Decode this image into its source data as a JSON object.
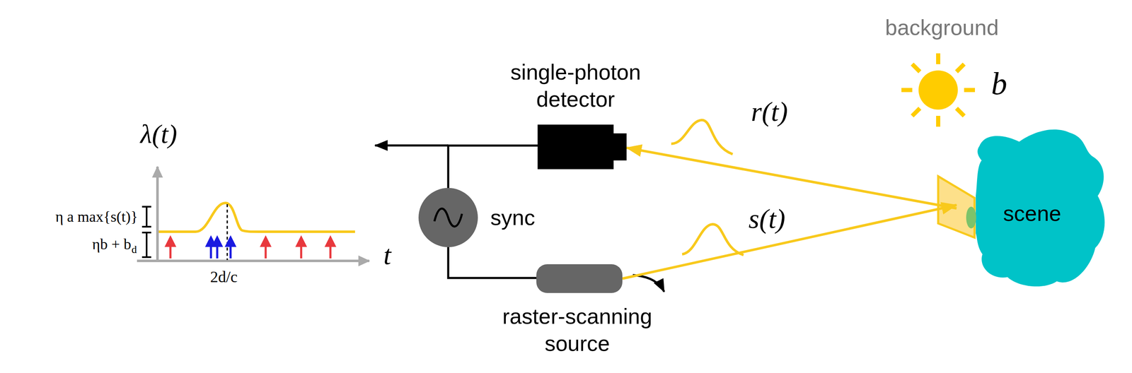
{
  "diagram": {
    "nodes": [
      {
        "text": [
          "single-photon detector"
        ]
      },
      {
        "text": [
          "sync"
        ]
      },
      {
        "text": [
          "raster-scanning source"
        ]
      },
      {
        "text": [
          "scene"
        ]
      }
    ],
    "edges": [
      {
        "from": 1,
        "to": 0,
        "arrow": "none"
      },
      {
        "from": 1,
        "to": 2,
        "arrow": "none"
      },
      {
        "from": 2,
        "to": 3,
        "arrow": "to"
      },
      {
        "from": 3,
        "to": 0,
        "arrow": "to"
      }
    ],
    "labels": [
      "λ(t)",
      "t",
      "η a max{s(t)}",
      "ηb + b",
      "d",
      "2d/c",
      "r(t)",
      "s(t)",
      "background",
      "b"
    ]
  }
}
